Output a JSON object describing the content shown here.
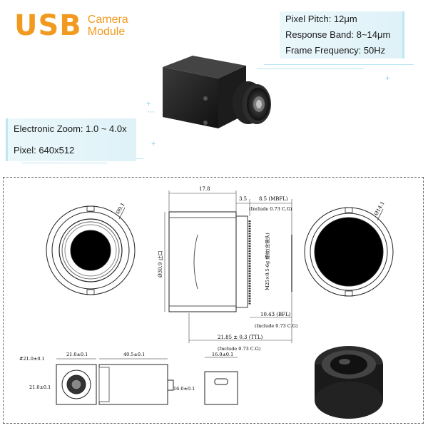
{
  "brand": {
    "title": "USB",
    "subtitle_line1": "Camera",
    "subtitle_line2": "Module"
  },
  "specs_right": [
    "Pixel Pitch: 12μm",
    "Response Band: 8~14μm",
    "Frame Frequency: 50Hz"
  ],
  "specs_left": [
    "Electronic Zoom: 1.0 ~ 4.0x",
    "Pixel: 640x512"
  ],
  "drawing": {
    "dim_17_8": "17.8",
    "dim_3_5": "3.5",
    "dim_8_5": "8.5 (MBFL)",
    "dim_include_1": "(Include 0.73 C.G)",
    "dim_10_43": "10.43 (BFL)",
    "dim_include_2": "(Include 0.73 C.G)",
    "dim_21_85": "21.85 ± 0.3 (TTL)",
    "dim_include_3": "(Include 0.73 C.G)",
    "dim_phi30": "Ø30.9 止口",
    "dim_thread": "M25×0.5-6g 螺纹(含镜头)",
    "dim_phi9_1": "Ø9.1",
    "dim_phi14_1": "Ø14.1",
    "dim_21_sq_a": "#21.0±0.1",
    "dim_21_top": "21.0±0.1",
    "dim_21_side": "21.0±0.1",
    "dim_40_5": "40.5±0.1",
    "dim_16_top": "16.0±0.1",
    "dim_16_side": "16.0±0.1"
  },
  "colors": {
    "accent": "#f29a1f",
    "spec_bg": "#e6f6fb",
    "deco": "#b8e6f3"
  }
}
